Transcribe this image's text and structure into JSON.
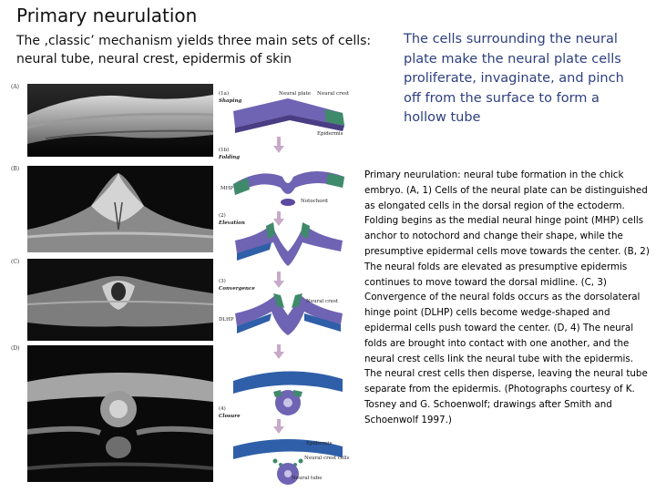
{
  "title": "Primary neurulation",
  "subtitle": "The ‚classic’ mechanism yields three main sets of cells: neural tube, neural crest, epidermis of skin",
  "right_blurb": "The cells surrounding the neural plate make the neural plate cells proliferate, invaginate, and pinch off from the surface to form a hollow tube",
  "caption": "Primary neurulation: neural tube formation in the chick embryo. (A, 1) Cells of the neural plate can be distinguished as elongated cells in the dorsal region of the ectoderm. Folding begins as the medial neural hinge point (MHP) cells anchor to notochord and change their shape, while the presumptive epidermal cells move towards the center. (B, 2) The neural folds are elevated as presumptive epidermis continues to move toward the dorsal midline. (C, 3) Convergence of the neural folds occurs as the dorsolateral hinge point (DLHP) cells become wedge-shaped and epidermal cells push toward the center. (D, 4) The neural folds are brought into contact with one another, and the neural crest cells link the neural tube with the epidermis. The neural crest cells then disperse, leaving the neural tube separate from the epidermis. (Photographs courtesy of K. Tosney and G. Schoenwolf; drawings after Smith and Schoenwolf 1997.)",
  "figure": {
    "panels": [
      "(A)",
      "(B)",
      "(C)",
      "(D)"
    ],
    "labels": {
      "stage_1a": "(1a)",
      "shaping": "Shaping",
      "neural_plate": "Neural plate",
      "neural_crest": "Neural crest",
      "epidermis": "Epidermis",
      "stage_1b": "(1b)",
      "folding": "Folding",
      "mhp": "MHP",
      "notochord": "Notochord",
      "stage_2": "(2)",
      "elevation": "Elevation",
      "stage_3": "(3)",
      "convergence": "Convergence",
      "dlhp": "DLHP",
      "neural_crest_2": "Neural crest",
      "stage_4": "(4)",
      "closure": "Closure",
      "epidermis_2": "Epidermis",
      "neural_crest_cells": "Neural crest cells",
      "neural_tube": "Neural tube"
    },
    "colors": {
      "neural_plate": "#6f63b3",
      "neural_crest": "#3f8a6a",
      "epidermis": "#2f5fa8",
      "notochord": "#5b4aa0",
      "arrow": "#c7a9c8"
    }
  }
}
